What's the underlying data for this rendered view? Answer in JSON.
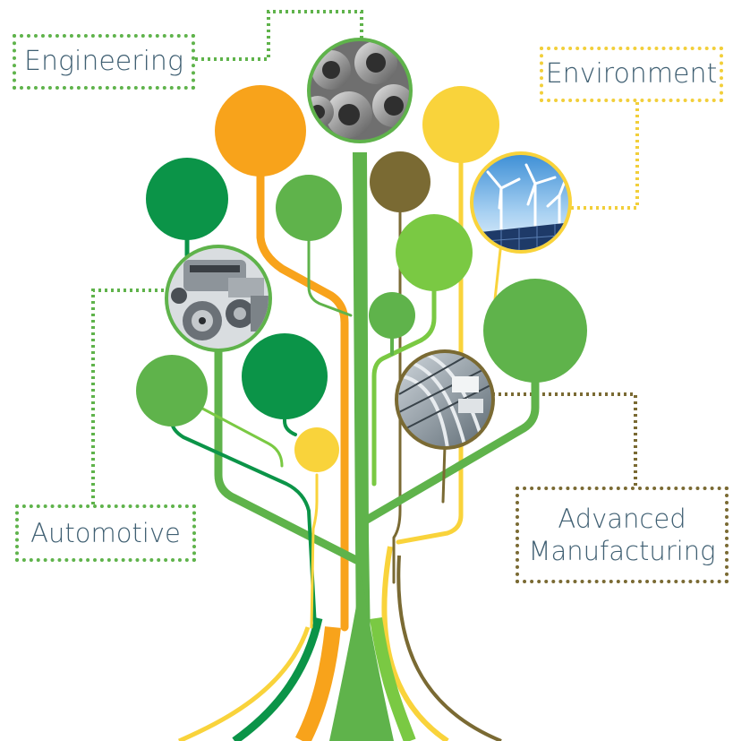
{
  "labels": {
    "engineering": "Engineering",
    "environment": "Environment",
    "automotive": "Automotive",
    "manufacturing_line1": "Advanced",
    "manufacturing_line2": "Manufacturing"
  },
  "colors": {
    "dark_green": "#0b9448",
    "mid_green": "#5fb34b",
    "light_green": "#7ac943",
    "orange": "#f8a31b",
    "yellow": "#f9d33b",
    "olive": "#7a6a33",
    "label_text": "#3f5f72"
  },
  "photo_circles": [
    {
      "name": "engineering-photo",
      "subject": "machined metal rings"
    },
    {
      "name": "environment-photo",
      "subject": "wind turbines and solar panels"
    },
    {
      "name": "automotive-photo",
      "subject": "car engine"
    },
    {
      "name": "manufacturing-photo",
      "subject": "factory conveyor lines"
    }
  ]
}
